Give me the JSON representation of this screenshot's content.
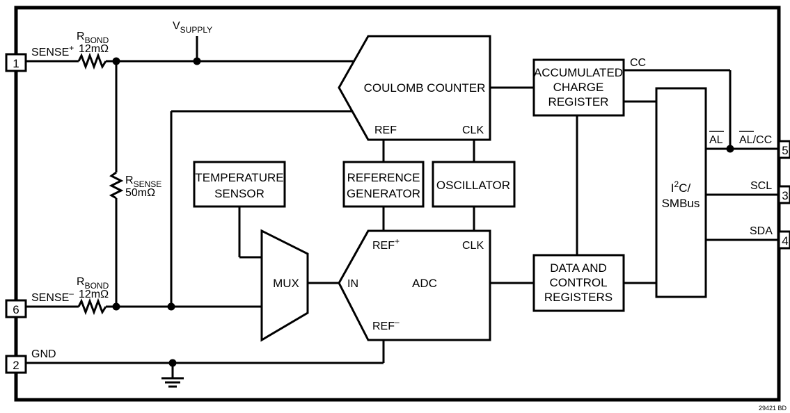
{
  "pins": {
    "p1": "1",
    "p6": "6",
    "p2": "2",
    "p5": "5",
    "p3": "3",
    "p4": "4"
  },
  "labels": {
    "sense_plus": "SENSE",
    "sense_plus_sup": "+",
    "sense_minus": "SENSE",
    "sense_minus_sup": "–",
    "gnd": "GND",
    "vsupply": "V",
    "vsupply_sub": "SUPPLY",
    "rbond1": "R",
    "rbond1_sub": "BOND",
    "rbond1_val": "12mΩ",
    "rbond2": "R",
    "rbond2_sub": "BOND",
    "rbond2_val": "12mΩ",
    "rsense": "R",
    "rsense_sub": "SENSE",
    "rsense_val": "50mΩ",
    "ref": "REF",
    "clk_top": "CLK",
    "ref_plus": "REF",
    "ref_plus_sup": "+",
    "clk_adc": "CLK",
    "ref_minus": "REF",
    "ref_minus_sup": "–",
    "in": "IN",
    "cc": "CC",
    "al": "AL",
    "al_cc_al": "AL",
    "al_cc_cc": "/CC",
    "scl": "SCL",
    "sda": "SDA",
    "figure_code": "29421 BD"
  },
  "blocks": {
    "coulomb_counter": "COULOMB COUNTER",
    "temperature_sensor_l1": "TEMPERATURE",
    "temperature_sensor_l2": "SENSOR",
    "reference_generator_l1": "REFERENCE",
    "reference_generator_l2": "GENERATOR",
    "oscillator": "OSCILLATOR",
    "mux": "MUX",
    "adc": "ADC",
    "acc_l1": "ACCUMULATED",
    "acc_l2": "CHARGE",
    "acc_l3": "REGISTER",
    "dcr_l1": "DATA AND",
    "dcr_l2": "CONTROL",
    "dcr_l3": "REGISTERS",
    "i2c_l1_a": "I",
    "i2c_l1_sup": "2",
    "i2c_l1_b": "C/",
    "i2c_l2": "SMBus"
  }
}
